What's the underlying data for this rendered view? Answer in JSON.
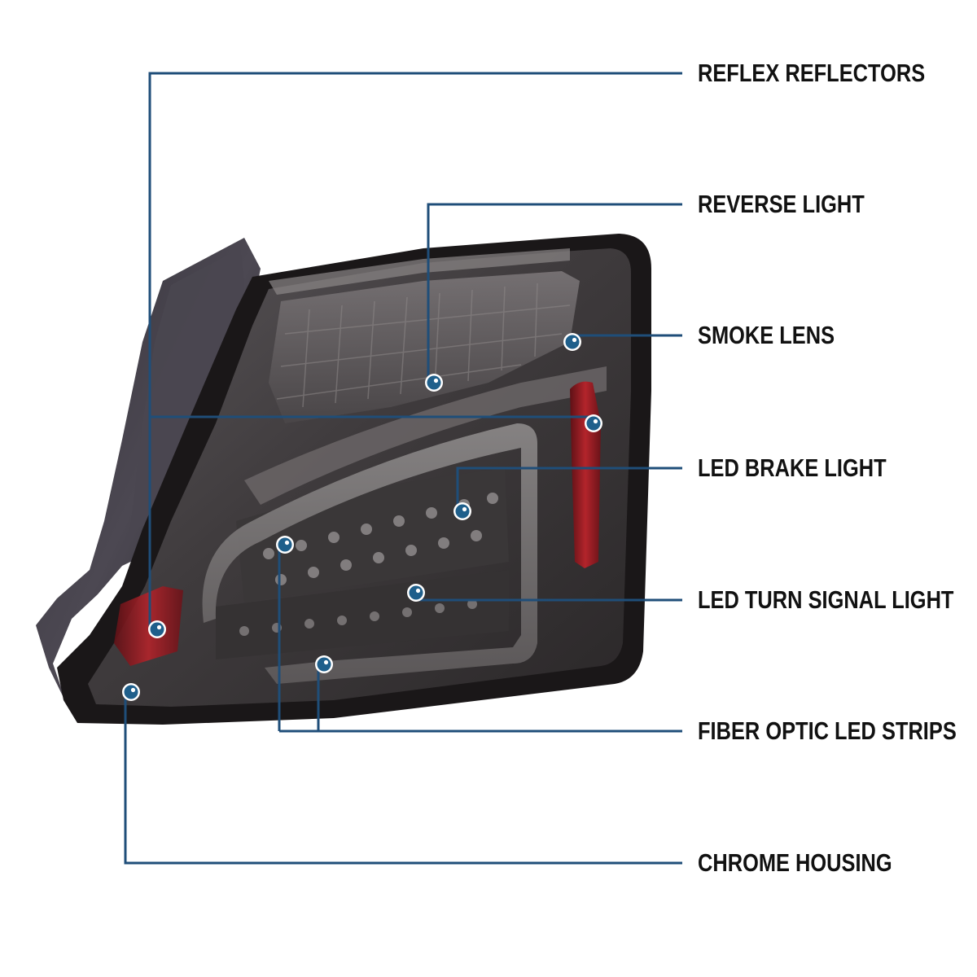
{
  "callouts": [
    {
      "id": "reflex-reflectors",
      "label": "REFLEX REFLECTORS"
    },
    {
      "id": "reverse-light",
      "label": "REVERSE LIGHT"
    },
    {
      "id": "smoke-lens",
      "label": "SMOKE LENS"
    },
    {
      "id": "led-brake-light",
      "label": "LED BRAKE LIGHT"
    },
    {
      "id": "led-turn-signal-light",
      "label": "LED TURN SIGNAL LIGHT"
    },
    {
      "id": "fiber-optic-led-strips",
      "label": "FIBER OPTIC LED STRIPS"
    },
    {
      "id": "chrome-housing",
      "label": "CHROME HOUSING"
    }
  ],
  "colors": {
    "leader_line": "#1f4e79",
    "marker_fill": "#1f5f8b",
    "label_text": "#111111",
    "background": "#ffffff"
  },
  "icons": {
    "marker": "callout-dot-icon",
    "product": "smoked-tail-light-illustration"
  }
}
